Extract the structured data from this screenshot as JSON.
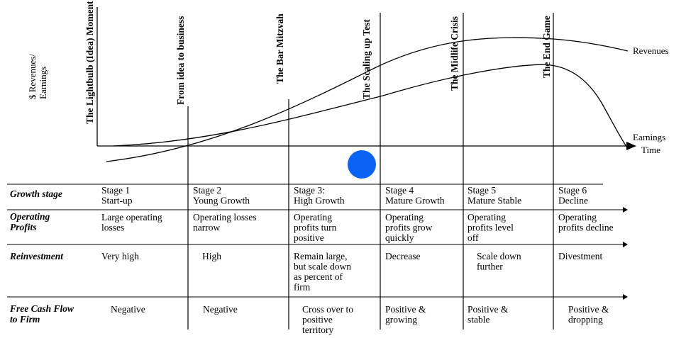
{
  "diagram": {
    "axis_title_lines": [
      "$ Revenues/",
      "Earnings"
    ],
    "time_label": "Time",
    "curve_labels": {
      "revenues": "Revenues",
      "earnings": "Earnings"
    },
    "stage_titles": [
      "The Lightbulb (Idea) Moment",
      "From idea to business",
      "The Bar Mitzvah",
      "The Scaling up Test",
      "The Midlife Crisis",
      "The End Game"
    ],
    "row_headers": [
      [
        "Growth stage"
      ],
      [
        "Operating",
        "Profits"
      ],
      [
        "Reinvestment"
      ],
      [
        "Free Cash Flow",
        "to Firm"
      ]
    ],
    "rows": {
      "growth_stage": [
        [
          "Stage 1",
          "Start-up"
        ],
        [
          "Stage 2",
          "Young Growth"
        ],
        [
          "Stage 3:",
          "High Growth"
        ],
        [
          "Stage 4",
          "Mature Growth"
        ],
        [
          "Stage 5",
          "Mature Stable"
        ],
        [
          "Stage 6",
          "Decline"
        ]
      ],
      "operating_profits": [
        [
          "Large operating",
          "losses"
        ],
        [
          "Operating losses",
          "narrow"
        ],
        [
          "Operating",
          "profits turn",
          "positive"
        ],
        [
          "Operating",
          "profits grow",
          "quickly"
        ],
        [
          "Operating",
          "profits level",
          "off"
        ],
        [
          "Operating",
          "profits decline"
        ]
      ],
      "reinvestment": [
        [
          "Very high"
        ],
        [
          "High"
        ],
        [
          "Remain large,",
          "but scale down",
          "as percent of",
          "firm"
        ],
        [
          "Decrease"
        ],
        [
          "Scale down",
          "further"
        ],
        [
          "Divestment"
        ]
      ],
      "free_cash_flow": [
        [
          "Negative"
        ],
        [
          "Negative"
        ],
        [
          "Cross over to",
          "positive",
          "territory"
        ],
        [
          "Positive &",
          "growing"
        ],
        [
          "Positive &",
          "stable"
        ],
        [
          "Positive &",
          "dropping"
        ]
      ]
    },
    "marker_color": "#0b63f6"
  }
}
